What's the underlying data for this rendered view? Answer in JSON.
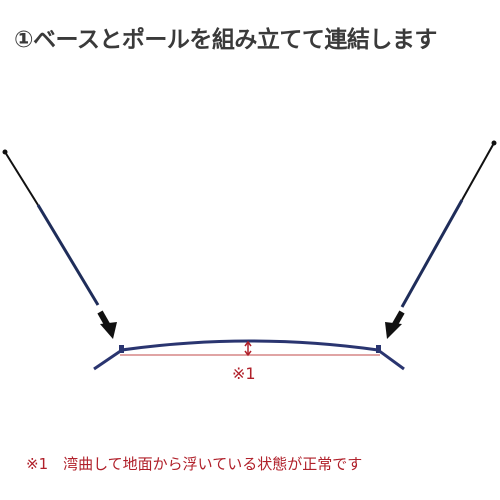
{
  "title": "①ベースとポールを組み立てて連結します",
  "annotation": {
    "mark": "※1"
  },
  "footnote": "※1　湾曲して地面から浮いている状態が正常です",
  "colors": {
    "pole": "#1f2d5a",
    "pole_tip": "#111111",
    "base": "#2a3570",
    "arrow": "#111111",
    "gap_line": "#c24a4a",
    "note_text": "#b0202a",
    "title_text": "#3a3a3a"
  }
}
